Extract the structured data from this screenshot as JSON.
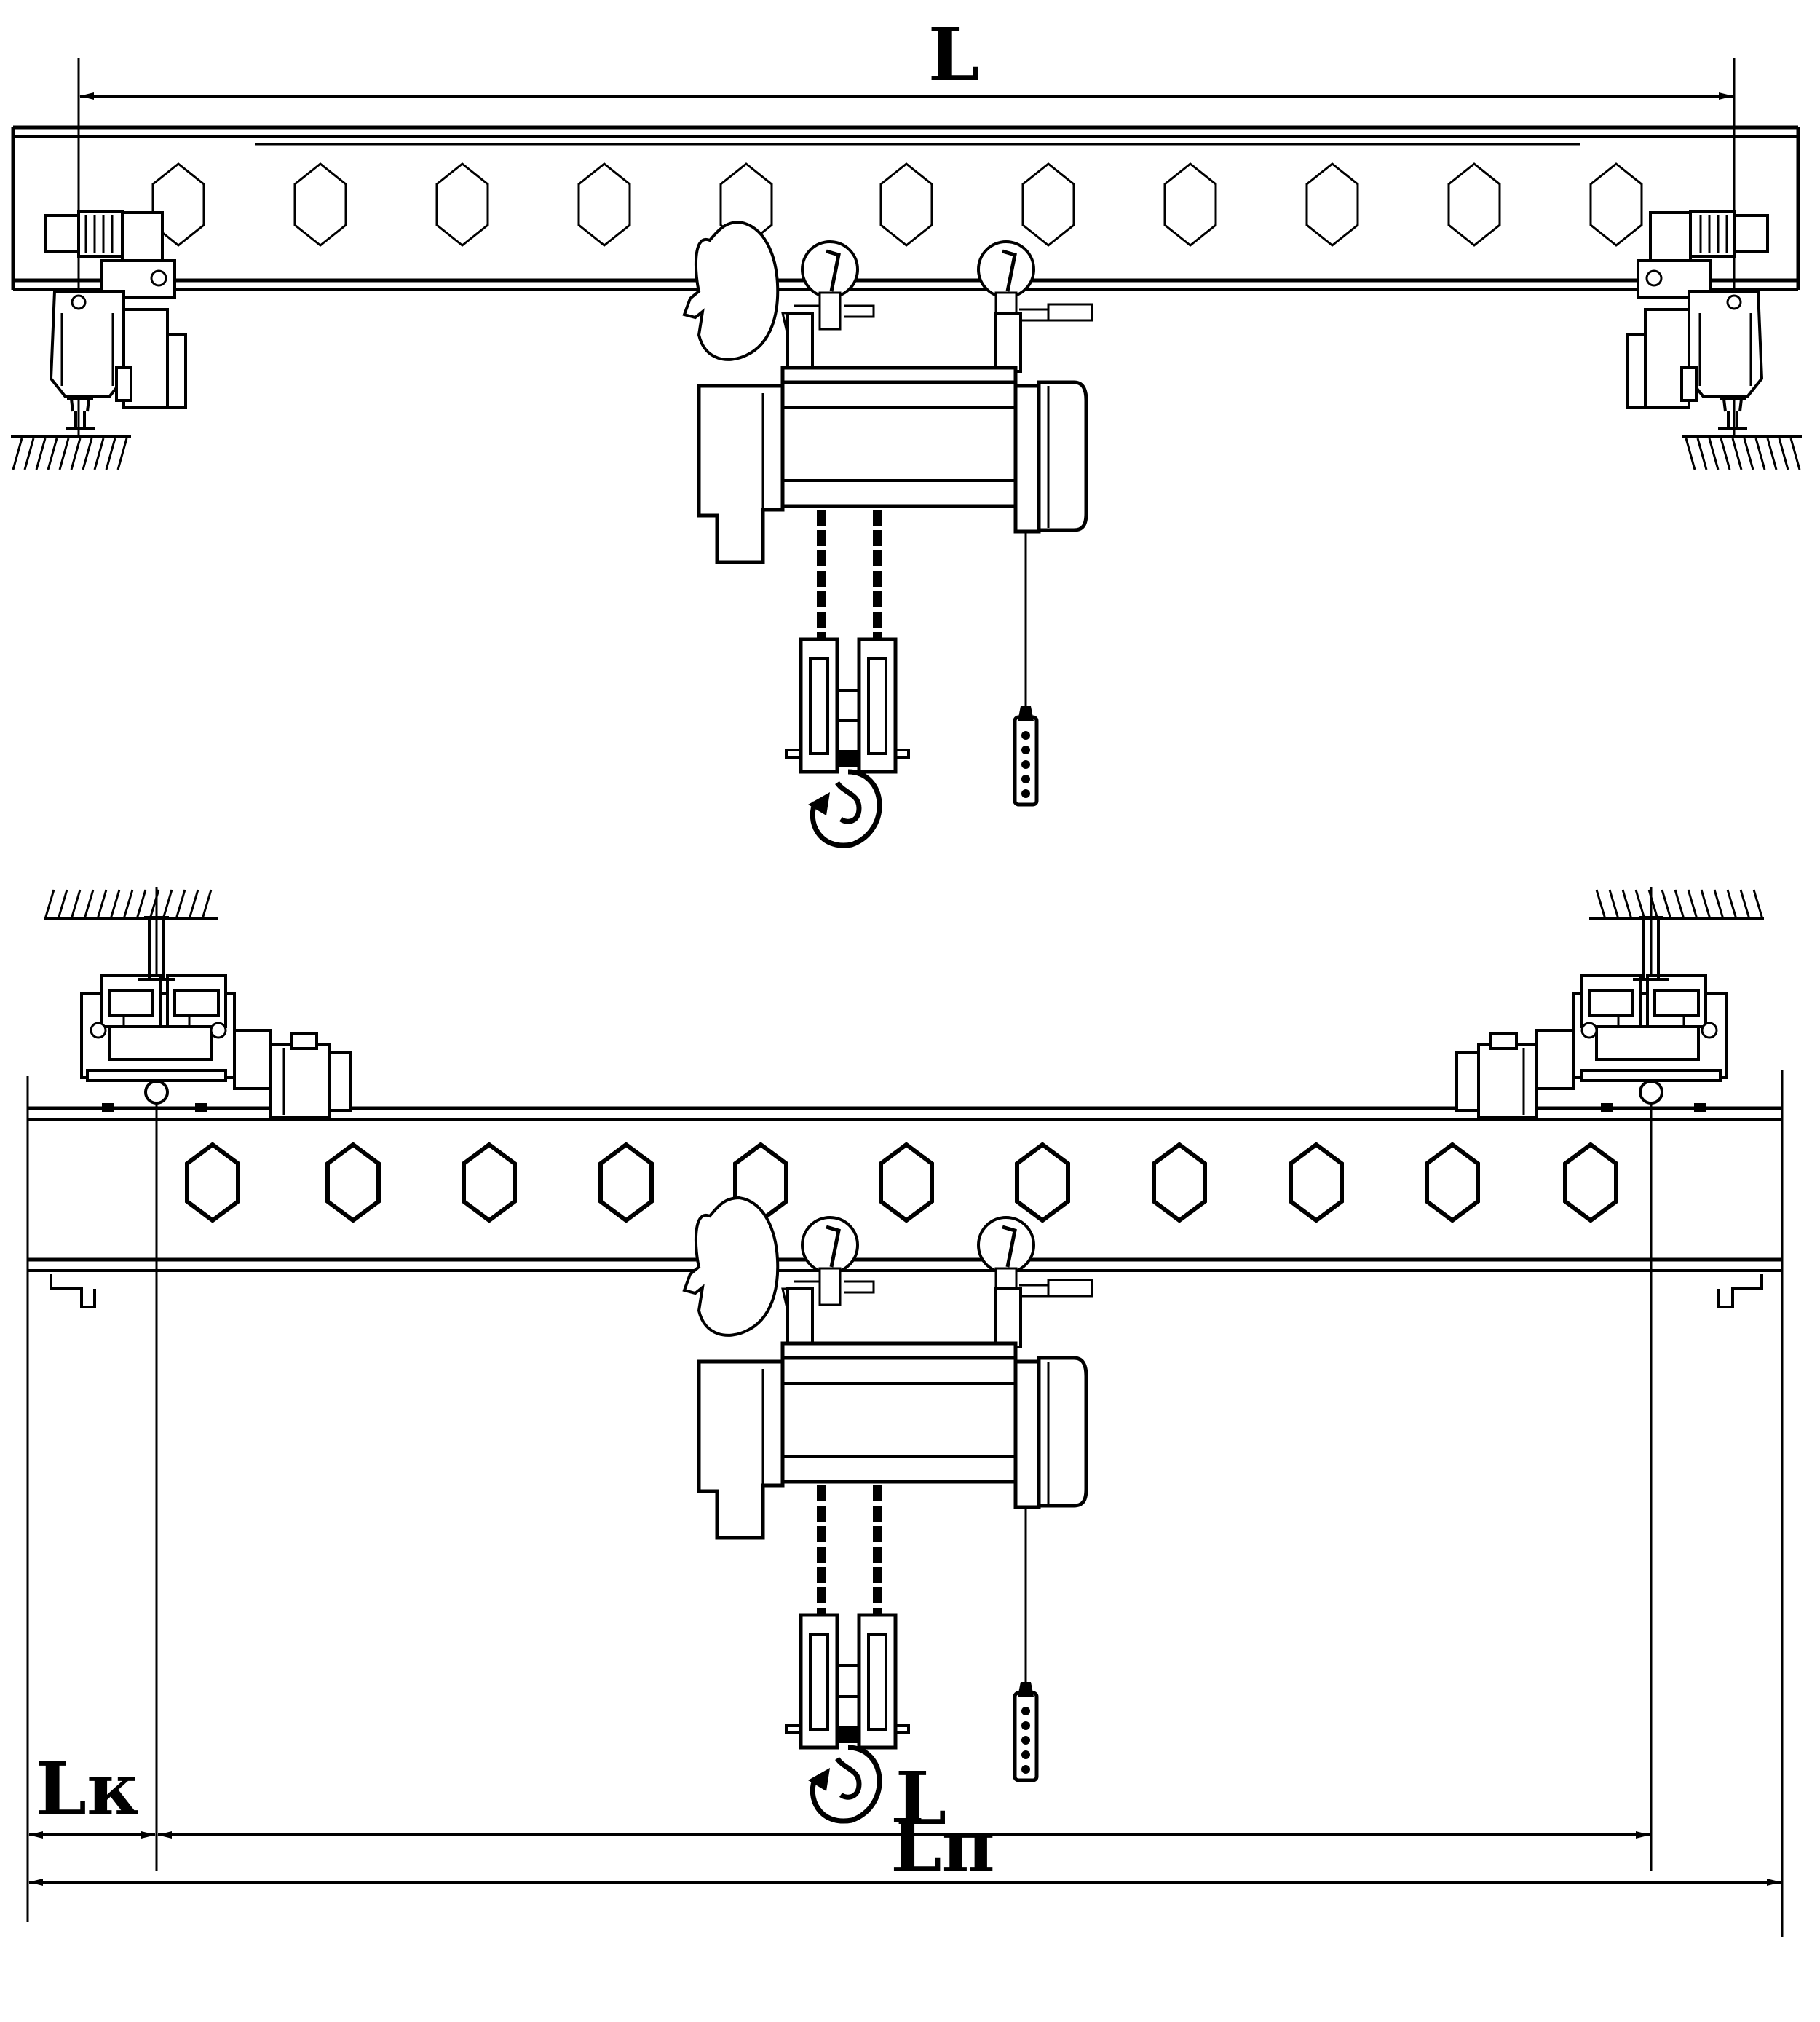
{
  "labels": {
    "top_span": "L",
    "bottom_span": "L",
    "bottom_cantilever": "Lк",
    "bottom_total": "Lп"
  },
  "colors": {
    "line": "#000000",
    "background": "#ffffff"
  }
}
